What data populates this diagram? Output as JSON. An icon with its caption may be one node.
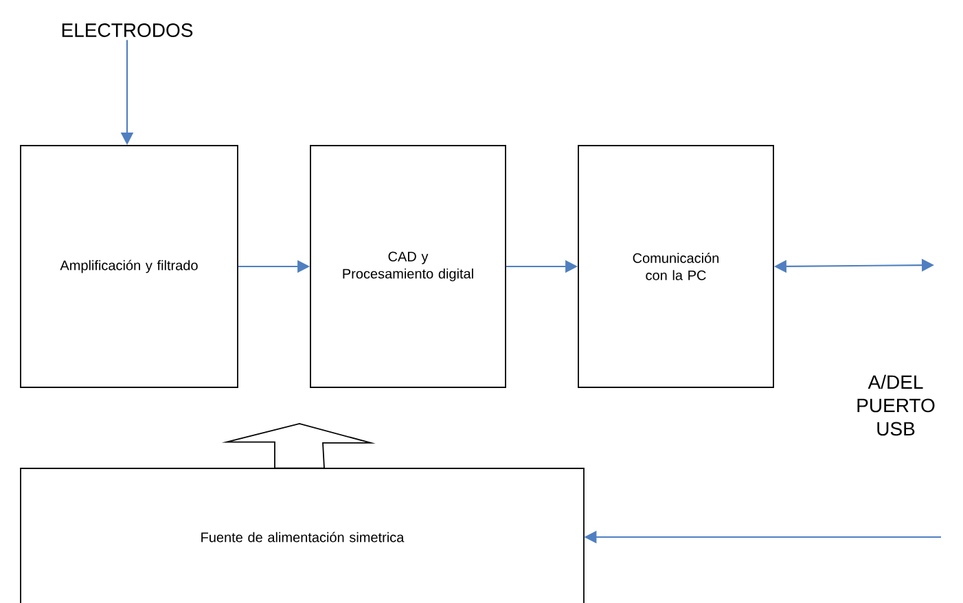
{
  "diagram": {
    "nodes": [
      {
        "text": [
          "ELECTRODOS"
        ]
      },
      {
        "text": [
          "Amplificación y filtrado"
        ]
      },
      {
        "text": [
          "CAD y Procesamiento digital"
        ]
      },
      {
        "text": [
          "Comunicación con la PC"
        ]
      },
      {
        "text": [
          "Fuente de alimentación simetrica"
        ]
      }
    ],
    "edges": [
      {
        "from": 0,
        "to": 1,
        "arrow": "to"
      },
      {
        "from": 1,
        "to": 2,
        "arrow": "to"
      },
      {
        "from": 2,
        "to": 3,
        "arrow": "to"
      },
      {
        "from": 3,
        "to": null,
        "arrow": "both"
      },
      {
        "from": null,
        "to": 4,
        "arrow": "to"
      },
      {
        "from": 4,
        "to": 2,
        "arrow": "to",
        "style": "thick",
        "color": "#000000"
      }
    ],
    "labels": [
      "A/DEL PUERTO USB"
    ]
  }
}
